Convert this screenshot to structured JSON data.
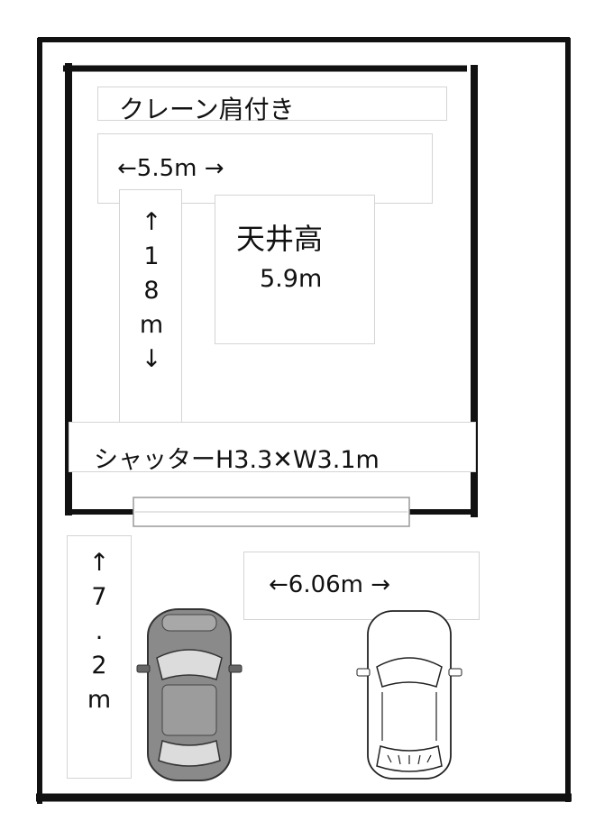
{
  "title": "クレーン肩付き",
  "garage": {
    "width_label": "←5.5m →",
    "depth_chars": [
      "↑",
      "1",
      "8",
      "m",
      "↓"
    ],
    "ceiling_label": "天井高",
    "ceiling_value": "5.9m",
    "shutter_label": "シャッターH3.3✕W3.1m"
  },
  "parking": {
    "depth_chars": [
      "↑",
      "7",
      ".",
      "2",
      "m"
    ],
    "width_label": "←6.06m →"
  },
  "colors": {
    "line": "#111111",
    "car_body": "#8a8a8a",
    "window": "#dcdcdc"
  }
}
